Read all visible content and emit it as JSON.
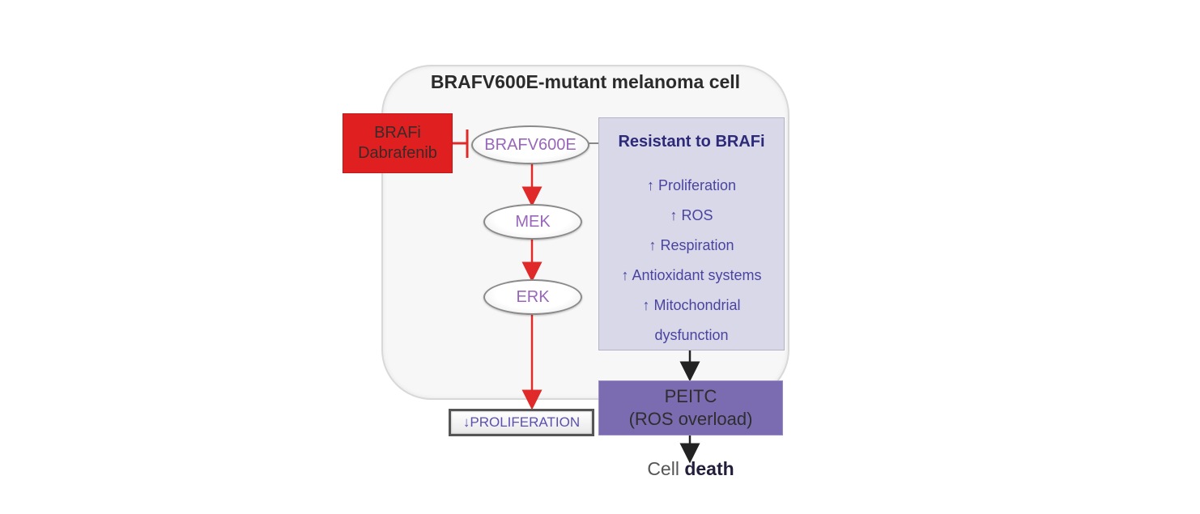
{
  "title": "BRAFV600E-mutant melanoma cell",
  "inhibitor": {
    "line1": "BRAFi",
    "line2": "Dabrafenib",
    "color": "#e02020"
  },
  "pathway": [
    {
      "label": "BRAFV600E"
    },
    {
      "label": "MEK"
    },
    {
      "label": "ERK"
    }
  ],
  "outcome_proliferation": "↓PROLIFERATION",
  "resistant": {
    "heading": "Resistant to BRAFi",
    "items": [
      "↑ Proliferation",
      "↑ ROS",
      "↑ Respiration",
      "↑ Antioxidant systems",
      "↑ Mitochondrial",
      "dysfunction"
    ],
    "color": "#d8d8e8"
  },
  "peitc": {
    "line1": "PEITC",
    "line2": "(ROS overload)",
    "color": "#7b6bb0"
  },
  "death": {
    "prefix": "Cell",
    "bold": "death"
  },
  "colors": {
    "pathway_arrow": "#e02a2a",
    "black_arrow": "#222222",
    "node_text": "#9966bb"
  }
}
